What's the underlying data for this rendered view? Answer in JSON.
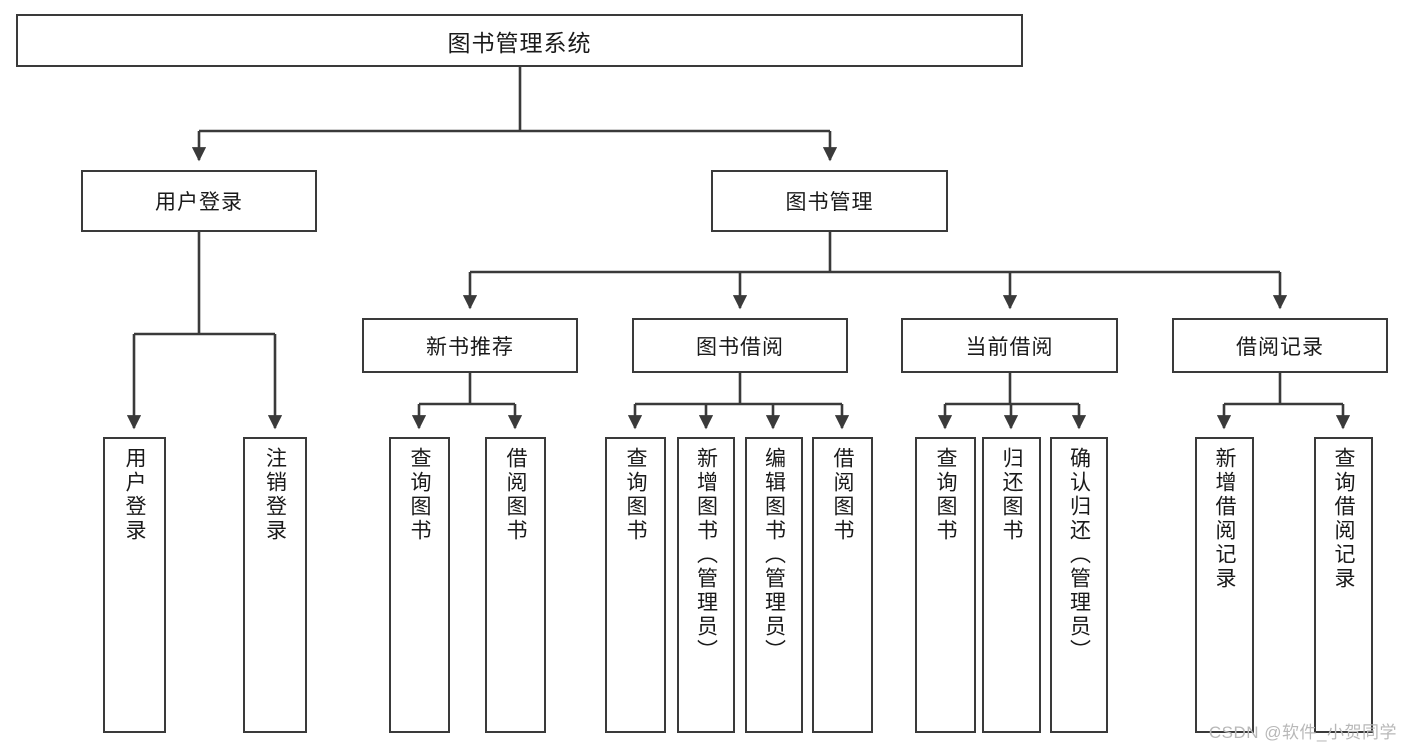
{
  "diagram": {
    "title": "图书管理系统",
    "type": "hierarchy-tree",
    "watermark": "CSDN @软件_小贺同学",
    "colors": {
      "border": "#3a3a3a",
      "fill": "#ffffff",
      "text": "#1a1a1a",
      "edge": "#3a3a3a",
      "watermark": "#b8b8b8"
    },
    "root": {
      "label": "图书管理系统"
    },
    "level1": [
      {
        "label": "用户登录"
      },
      {
        "label": "图书管理"
      }
    ],
    "level2": [
      {
        "label": "新书推荐"
      },
      {
        "label": "图书借阅"
      },
      {
        "label": "当前借阅"
      },
      {
        "label": "借阅记录"
      }
    ],
    "leaves": {
      "user_login": [
        {
          "label": "用户登录"
        },
        {
          "label": "注销登录"
        }
      ],
      "new_book": [
        {
          "label": "查询图书"
        },
        {
          "label": "借阅图书"
        }
      ],
      "borrow_book": [
        {
          "label": "查询图书"
        },
        {
          "label": "新增图书（管理员）"
        },
        {
          "label": "编辑图书（管理员）"
        },
        {
          "label": "借阅图书"
        }
      ],
      "current_borrow": [
        {
          "label": "查询图书"
        },
        {
          "label": "归还图书"
        },
        {
          "label": "确认归还（管理员）"
        }
      ],
      "borrow_record": [
        {
          "label": "新增借阅记录"
        },
        {
          "label": "查询借阅记录"
        }
      ]
    }
  }
}
